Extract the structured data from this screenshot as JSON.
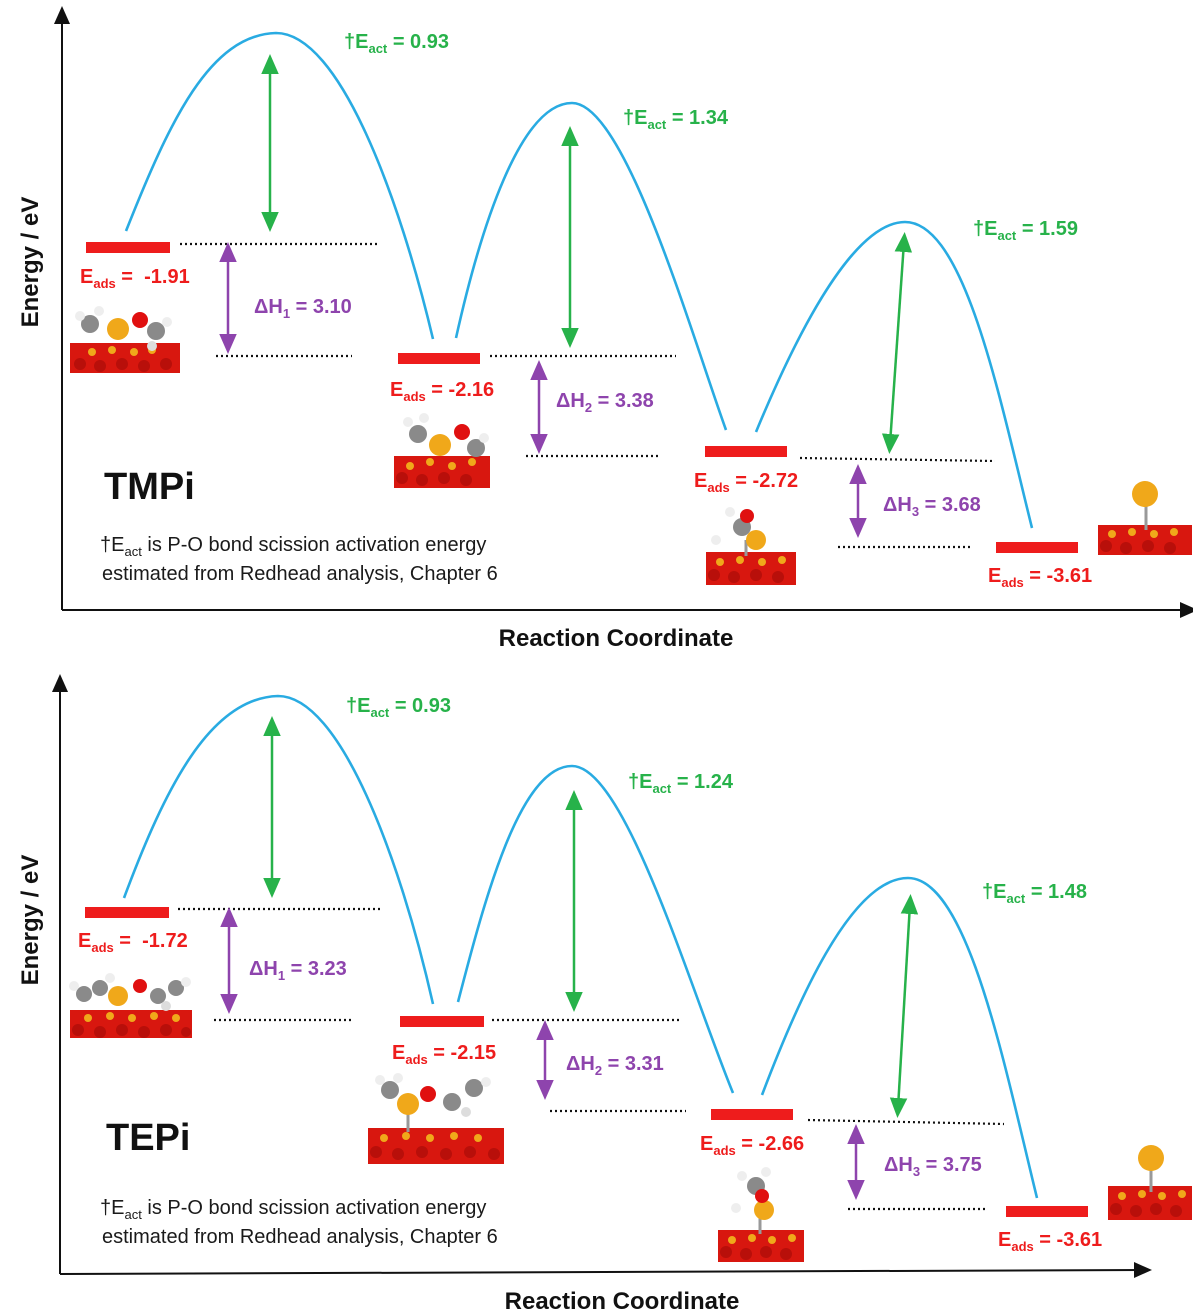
{
  "colors": {
    "curve": "#29abe2",
    "activation_arrow": "#27b24a",
    "enthalpy_arrow": "#8e44ad",
    "level_bar": "#ee1c1c",
    "dotted": "#111111"
  },
  "panels": [
    {
      "molecule": "TMPi",
      "ylabel": "Energy / eV",
      "xlabel": "Reaction Coordinate",
      "note_line1_rest": " is P-O bond scission activation energy",
      "note_line2": "estimated from Redhead analysis, Chapter 6",
      "eads": [
        {
          "prefix": "E",
          "sub": "ads",
          "value": " =  -1.91"
        },
        {
          "prefix": "E",
          "sub": "ads",
          "value": " = -2.16"
        },
        {
          "prefix": "E",
          "sub": "ads",
          "value": " = -2.72"
        },
        {
          "prefix": "E",
          "sub": "ads",
          "value": " = -3.61"
        }
      ],
      "eact": [
        {
          "dagger": "†",
          "prefix": "E",
          "sub": "act",
          "value": " = 0.93"
        },
        {
          "dagger": "†",
          "prefix": "E",
          "sub": "act",
          "value": " = 1.34"
        },
        {
          "dagger": "†",
          "prefix": "E",
          "sub": "act",
          "value": " = 1.59"
        }
      ],
      "dh": [
        {
          "prefix": "ΔH",
          "sub": "1",
          "value": " = 3.10"
        },
        {
          "prefix": "ΔH",
          "sub": "2",
          "value": " = 3.38"
        },
        {
          "prefix": "ΔH",
          "sub": "3",
          "value": " = 3.68"
        }
      ]
    },
    {
      "molecule": "TEPi",
      "ylabel": "Energy / eV",
      "xlabel": "Reaction Coordinate",
      "note_line1_rest": " is P-O bond scission activation energy",
      "note_line2": "estimated from Redhead analysis, Chapter 6",
      "eads": [
        {
          "prefix": "E",
          "sub": "ads",
          "value": " =  -1.72"
        },
        {
          "prefix": "E",
          "sub": "ads",
          "value": " = -2.15"
        },
        {
          "prefix": "E",
          "sub": "ads",
          "value": " = -2.66"
        },
        {
          "prefix": "E",
          "sub": "ads",
          "value": " = -3.61"
        }
      ],
      "eact": [
        {
          "dagger": "†",
          "prefix": "E",
          "sub": "act",
          "value": " = 0.93"
        },
        {
          "dagger": "†",
          "prefix": "E",
          "sub": "act",
          "value": " = 1.24"
        },
        {
          "dagger": "†",
          "prefix": "E",
          "sub": "act",
          "value": " = 1.48"
        }
      ],
      "dh": [
        {
          "prefix": "ΔH",
          "sub": "1",
          "value": " = 3.23"
        },
        {
          "prefix": "ΔH",
          "sub": "2",
          "value": " = 3.31"
        },
        {
          "prefix": "ΔH",
          "sub": "3",
          "value": " = 3.75"
        }
      ]
    }
  ]
}
